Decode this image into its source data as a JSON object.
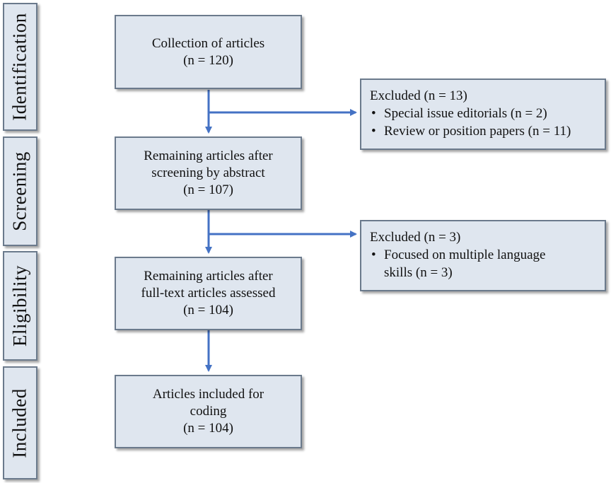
{
  "stages": [
    {
      "label": "Identification"
    },
    {
      "label": "Screening"
    },
    {
      "label": "Eligibility"
    },
    {
      "label": "Included"
    }
  ],
  "main_boxes": [
    {
      "lines": [
        "Collection of articles",
        "(n = 120)"
      ]
    },
    {
      "lines": [
        "Remaining articles after",
        "screening by abstract",
        "(n = 107)"
      ]
    },
    {
      "lines": [
        "Remaining articles after",
        "full-text articles assessed",
        "(n = 104)"
      ]
    },
    {
      "lines": [
        "Articles included for",
        "coding",
        "(n = 104)"
      ]
    }
  ],
  "excluded_boxes": [
    {
      "title": "Excluded (n = 13)",
      "items": [
        "Special issue editorials (n = 2)",
        "Review or position papers (n = 11)"
      ]
    },
    {
      "title": "Excluded (n = 3)",
      "items": [
        "Focused on multiple language",
        "skills (n = 3)"
      ]
    }
  ],
  "colors": {
    "box_fill": "#dfe6ef",
    "box_border": "#6b7a8c",
    "arrow": "#4472c4"
  }
}
